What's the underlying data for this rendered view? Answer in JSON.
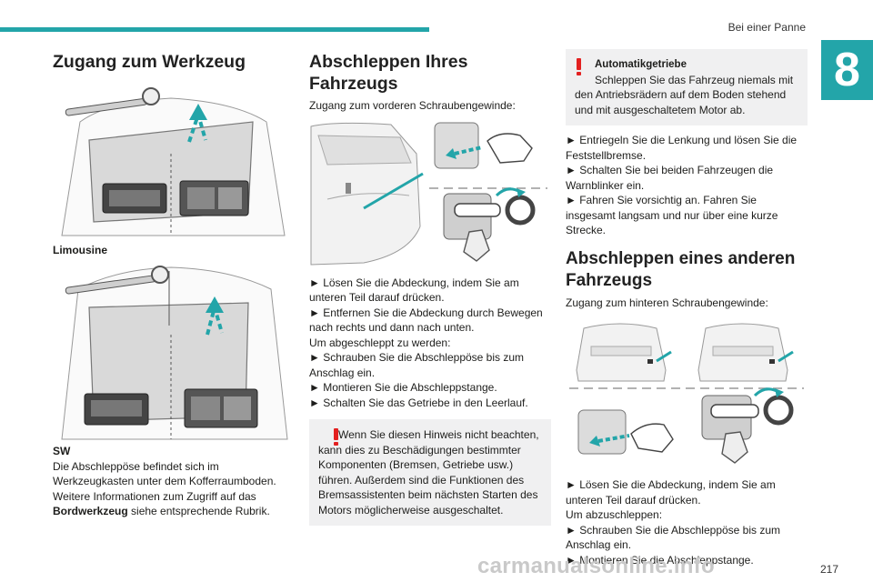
{
  "header": {
    "section_title": "Bei einer Panne",
    "chapter_number": "8"
  },
  "left": {
    "title": "Zugang zum Werkzeug",
    "label_limousine": "Limousine",
    "label_sw": "SW",
    "text_1": "Die Abschleppöse befindet sich im Werkzeugkasten unter dem Kofferraumboden.",
    "text_2_pre": "Weitere Informationen zum Zugriff auf das",
    "text_2_bold": "Bordwerkzeug",
    "text_2_post": " siehe entsprechende Rubrik."
  },
  "middle": {
    "title": "Abschleppen Ihres Fahrzeugs",
    "intro": "Zugang zum vorderen Schraubengewinde:",
    "steps": [
      "► Lösen Sie die Abdeckung, indem Sie am unteren Teil darauf drücken.",
      "► Entfernen Sie die Abdeckung durch Bewegen nach rechts und dann nach unten."
    ],
    "sub_intro": "Um abgeschleppt zu werden:",
    "steps_2": [
      "► Schrauben Sie die Abschleppöse bis zum Anschlag ein.",
      "► Montieren Sie die Abschleppstange.",
      "► Schalten Sie das Getriebe in den Leerlauf."
    ],
    "warning": "Wenn Sie diesen Hinweis nicht beachten, kann dies zu Beschädigungen bestimmter Komponenten (Bremsen, Getriebe usw.) führen. Außerdem sind die Funktionen des Bremsassistenten beim nächsten Starten des Motors möglicherweise ausgeschaltet."
  },
  "right": {
    "warning_title": "Automatikgetriebe",
    "warning_text": "Schleppen Sie das Fahrzeug niemals mit den Antriebsrädern auf dem Boden stehend und mit ausgeschaltetem Motor ab.",
    "steps": [
      "► Entriegeln Sie die Lenkung und lösen Sie die Feststellbremse.",
      "► Schalten Sie bei beiden Fahrzeugen die Warnblinker ein.",
      "► Fahren Sie vorsichtig an. Fahren Sie insgesamt langsam und nur über eine kurze Strecke."
    ],
    "title": "Abschleppen eines anderen Fahrzeugs",
    "intro": "Zugang zum hinteren Schraubengewinde:",
    "steps_2": [
      "► Lösen Sie die Abdeckung, indem Sie am unteren Teil darauf drücken."
    ],
    "sub_intro": "Um abzuschleppen:",
    "steps_3": [
      "► Schrauben Sie die Abschleppöse bis zum Anschlag ein.",
      "► Montieren Sie die Abschleppstange."
    ]
  },
  "footer": {
    "page_number": "217",
    "watermark": "carmanualsonline.info"
  },
  "colors": {
    "accent": "#23a5a9",
    "warning": "#e32020",
    "box_bg": "#f0f0f1"
  }
}
